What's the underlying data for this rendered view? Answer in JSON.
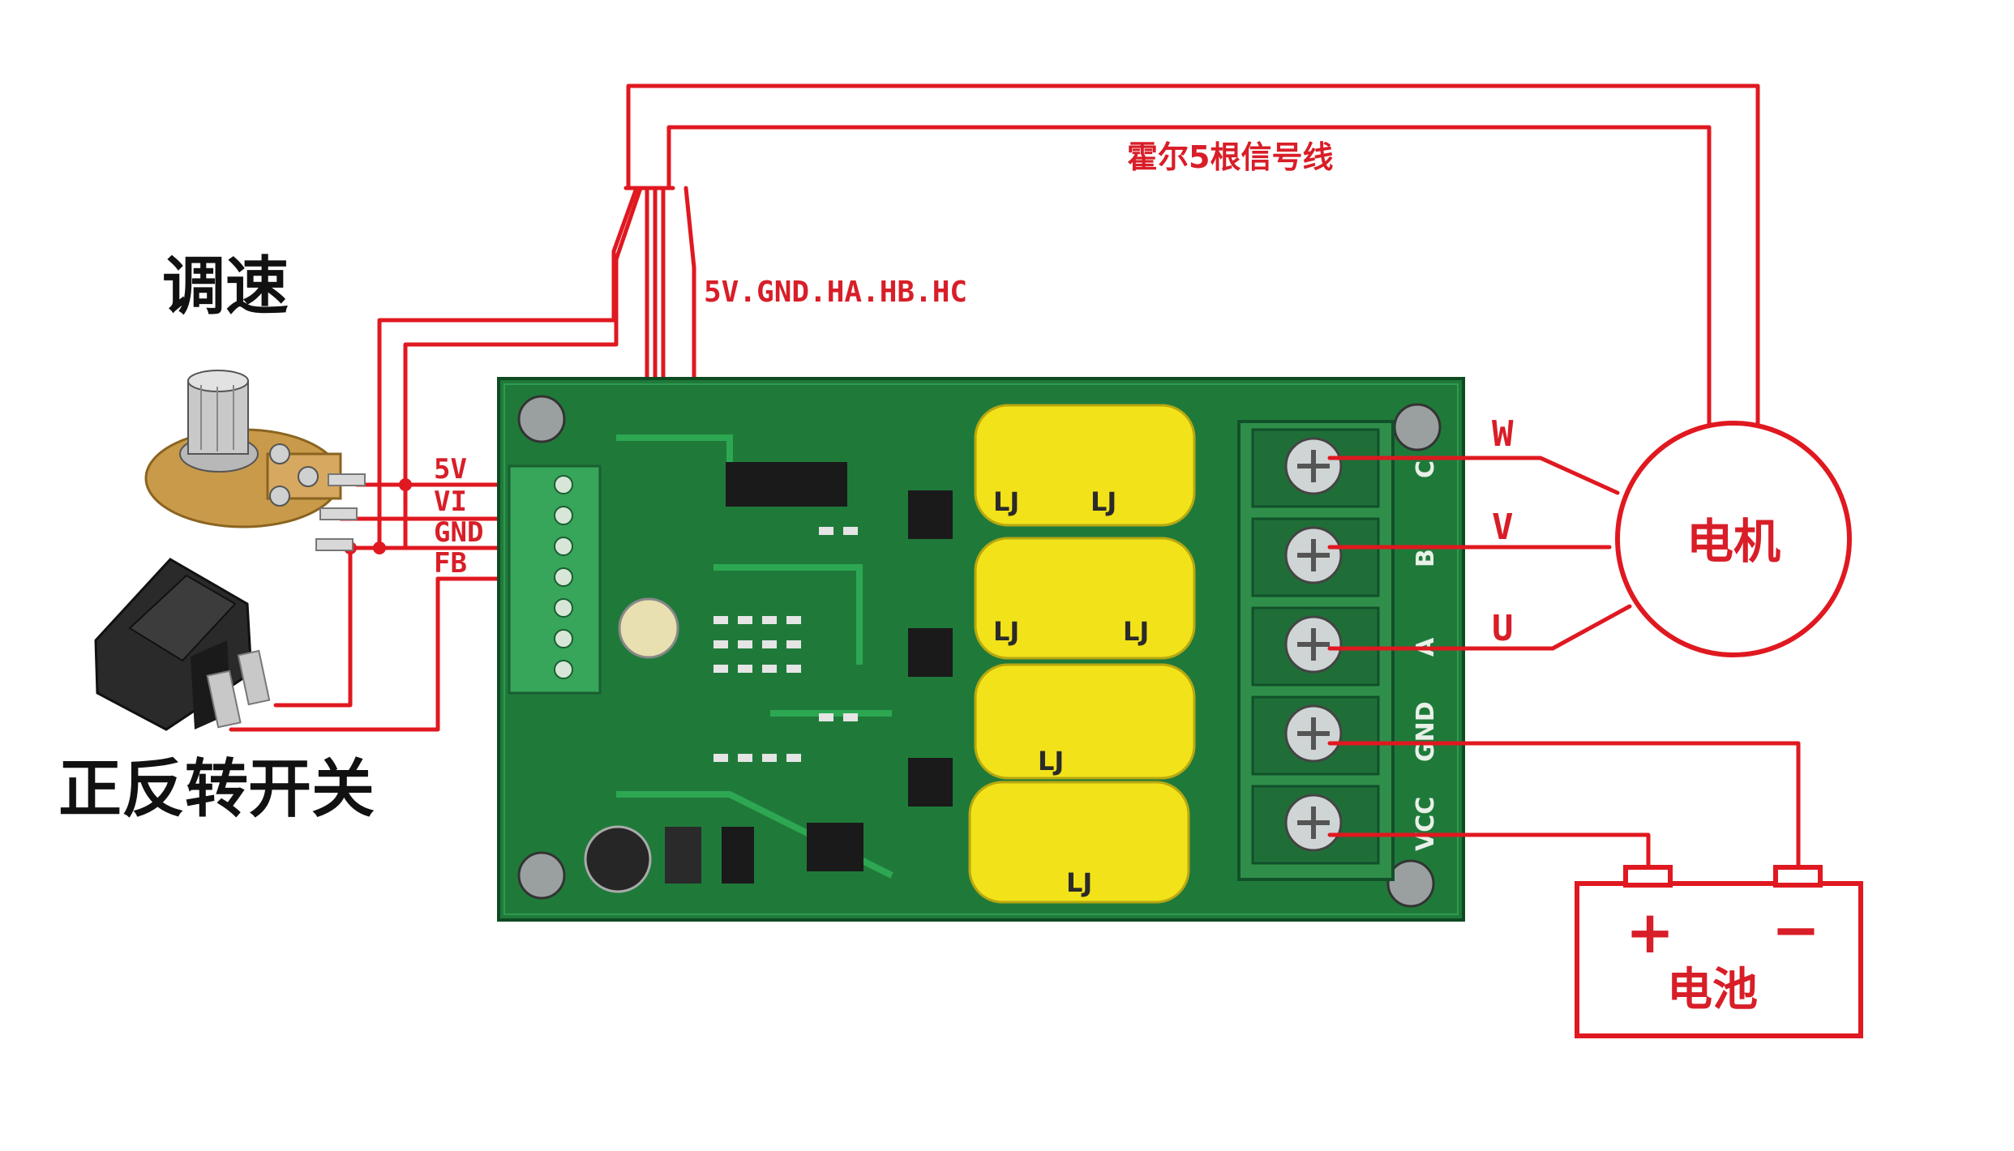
{
  "labels": {
    "speed_control": "调速",
    "direction_switch": "正反转开关",
    "hall_signal_wires": "霍尔5根信号线",
    "hall_pins": "5V.GND.HA.HB.HC",
    "motor": "电机",
    "battery": "电池",
    "battery_plus": "+",
    "battery_minus": "−"
  },
  "control_pins": [
    "5V",
    "VI",
    "GND",
    "FB"
  ],
  "motor_phases": [
    "W",
    "V",
    "U"
  ],
  "board": {
    "terminal_silk": [
      "C",
      "B",
      "A",
      "GND",
      "VCC"
    ],
    "capacitor_marking": "LJ"
  },
  "colors": {
    "wire": "#e01820",
    "label_red": "#d81e28",
    "pcb_green": "#1f7a3a",
    "terminal_green": "#2f8f4a",
    "capacitor_yellow": "#f2e21a"
  }
}
